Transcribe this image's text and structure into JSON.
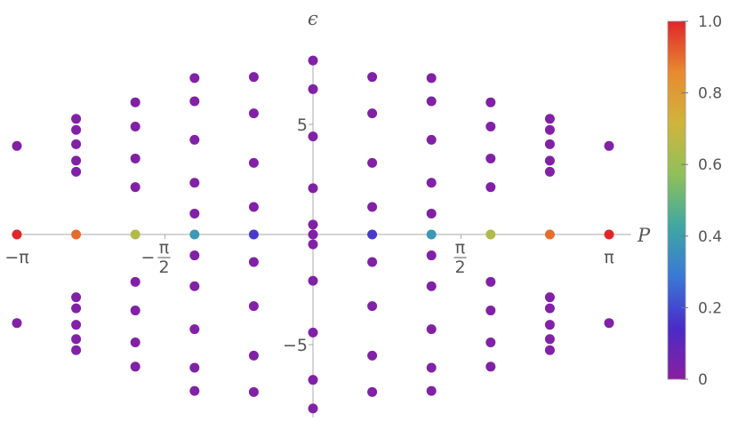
{
  "chart_data": {
    "type": "scatter",
    "title": "",
    "xlabel": "P",
    "ylabel": "ϵ",
    "xlim": [
      -3.2,
      3.45
    ],
    "ylim": [
      -8.3,
      8.9
    ],
    "x_ticks": [
      {
        "value": -3.14159,
        "label": "−π",
        "kind": "text"
      },
      {
        "value": -1.5708,
        "label": "π",
        "denominator": "2",
        "sign": "−",
        "kind": "fraction"
      },
      {
        "value": 1.5708,
        "label": "π",
        "denominator": "2",
        "sign": "",
        "kind": "fraction"
      },
      {
        "value": 3.14159,
        "label": "π",
        "kind": "text"
      }
    ],
    "y_ticks": [
      {
        "value": 5,
        "label": "5"
      },
      {
        "value": -5,
        "label": "−5"
      }
    ],
    "colorbar": {
      "range": [
        0,
        1
      ],
      "ticks": [
        {
          "value": 1.0,
          "label": "1.0"
        },
        {
          "value": 0.8,
          "label": "0.8"
        },
        {
          "value": 0.6,
          "label": "0.6"
        },
        {
          "value": 0.4,
          "label": "0.4"
        },
        {
          "value": 0.2,
          "label": "0.2"
        },
        {
          "value": 0.0,
          "label": "0"
        }
      ],
      "stops": [
        "#8a1fa0",
        "#4a2bc7",
        "#3a78d6",
        "#3fa8a2",
        "#8fc05a",
        "#cfb53c",
        "#e88a30",
        "#e0262a"
      ]
    },
    "grid": false,
    "legend": "colorbar-right",
    "points": [
      {
        "x": -3.14159,
        "y": 4.02,
        "c": 0.02
      },
      {
        "x": -3.14159,
        "y": 0.0,
        "c": 1.0
      },
      {
        "x": -3.14159,
        "y": -4.02,
        "c": 0.02
      },
      {
        "x": -2.5133,
        "y": 5.25,
        "c": 0.02
      },
      {
        "x": -2.5133,
        "y": 4.75,
        "c": 0.02
      },
      {
        "x": -2.5133,
        "y": 4.1,
        "c": 0.02
      },
      {
        "x": -2.5133,
        "y": 3.35,
        "c": 0.02
      },
      {
        "x": -2.5133,
        "y": 2.85,
        "c": 0.02
      },
      {
        "x": -2.5133,
        "y": 0.0,
        "c": 0.9
      },
      {
        "x": -2.5133,
        "y": -2.85,
        "c": 0.02
      },
      {
        "x": -2.5133,
        "y": -3.35,
        "c": 0.02
      },
      {
        "x": -2.5133,
        "y": -4.1,
        "c": 0.02
      },
      {
        "x": -2.5133,
        "y": -4.75,
        "c": 0.02
      },
      {
        "x": -2.5133,
        "y": -5.25,
        "c": 0.02
      },
      {
        "x": -1.885,
        "y": 6.0,
        "c": 0.02
      },
      {
        "x": -1.885,
        "y": 4.9,
        "c": 0.02
      },
      {
        "x": -1.885,
        "y": 3.45,
        "c": 0.02
      },
      {
        "x": -1.885,
        "y": 2.15,
        "c": 0.02
      },
      {
        "x": -1.885,
        "y": 0.0,
        "c": 0.65
      },
      {
        "x": -1.885,
        "y": -2.15,
        "c": 0.02
      },
      {
        "x": -1.885,
        "y": -3.45,
        "c": 0.02
      },
      {
        "x": -1.885,
        "y": -4.9,
        "c": 0.02
      },
      {
        "x": -1.885,
        "y": -6.0,
        "c": 0.02
      },
      {
        "x": -1.2566,
        "y": 7.1,
        "c": 0.02
      },
      {
        "x": -1.2566,
        "y": 6.05,
        "c": 0.02
      },
      {
        "x": -1.2566,
        "y": 4.3,
        "c": 0.02
      },
      {
        "x": -1.2566,
        "y": 2.35,
        "c": 0.02
      },
      {
        "x": -1.2566,
        "y": 0.95,
        "c": 0.02
      },
      {
        "x": -1.2566,
        "y": 0.0,
        "c": 0.38
      },
      {
        "x": -1.2566,
        "y": -0.95,
        "c": 0.02
      },
      {
        "x": -1.2566,
        "y": -2.35,
        "c": 0.02
      },
      {
        "x": -1.2566,
        "y": -4.3,
        "c": 0.02
      },
      {
        "x": -1.2566,
        "y": -6.05,
        "c": 0.02
      },
      {
        "x": -1.2566,
        "y": -7.1,
        "c": 0.02
      },
      {
        "x": -0.6283,
        "y": 7.15,
        "c": 0.02
      },
      {
        "x": -0.6283,
        "y": 5.5,
        "c": 0.02
      },
      {
        "x": -0.6283,
        "y": 3.25,
        "c": 0.02
      },
      {
        "x": -0.6283,
        "y": 1.25,
        "c": 0.02
      },
      {
        "x": -0.6283,
        "y": 0.0,
        "c": 0.17
      },
      {
        "x": -0.6283,
        "y": -1.25,
        "c": 0.02
      },
      {
        "x": -0.6283,
        "y": -3.25,
        "c": 0.02
      },
      {
        "x": -0.6283,
        "y": -5.5,
        "c": 0.02
      },
      {
        "x": -0.6283,
        "y": -7.15,
        "c": 0.02
      },
      {
        "x": 0.0,
        "y": 7.9,
        "c": 0.02
      },
      {
        "x": 0.0,
        "y": 6.6,
        "c": 0.02
      },
      {
        "x": 0.0,
        "y": 4.45,
        "c": 0.02
      },
      {
        "x": 0.0,
        "y": 2.1,
        "c": 0.02
      },
      {
        "x": 0.0,
        "y": 0.45,
        "c": 0.02
      },
      {
        "x": 0.0,
        "y": 0.0,
        "c": 0.02
      },
      {
        "x": 0.0,
        "y": -0.45,
        "c": 0.02
      },
      {
        "x": 0.0,
        "y": -2.1,
        "c": 0.02
      },
      {
        "x": 0.0,
        "y": -4.45,
        "c": 0.02
      },
      {
        "x": 0.0,
        "y": -6.6,
        "c": 0.02
      },
      {
        "x": 0.0,
        "y": -7.9,
        "c": 0.02
      },
      {
        "x": 0.6283,
        "y": 7.15,
        "c": 0.02
      },
      {
        "x": 0.6283,
        "y": 5.5,
        "c": 0.02
      },
      {
        "x": 0.6283,
        "y": 3.25,
        "c": 0.02
      },
      {
        "x": 0.6283,
        "y": 1.25,
        "c": 0.02
      },
      {
        "x": 0.6283,
        "y": 0.0,
        "c": 0.17
      },
      {
        "x": 0.6283,
        "y": -1.25,
        "c": 0.02
      },
      {
        "x": 0.6283,
        "y": -3.25,
        "c": 0.02
      },
      {
        "x": 0.6283,
        "y": -5.5,
        "c": 0.02
      },
      {
        "x": 0.6283,
        "y": -7.15,
        "c": 0.02
      },
      {
        "x": 1.2566,
        "y": 7.1,
        "c": 0.02
      },
      {
        "x": 1.2566,
        "y": 6.05,
        "c": 0.02
      },
      {
        "x": 1.2566,
        "y": 4.3,
        "c": 0.02
      },
      {
        "x": 1.2566,
        "y": 2.35,
        "c": 0.02
      },
      {
        "x": 1.2566,
        "y": 0.95,
        "c": 0.02
      },
      {
        "x": 1.2566,
        "y": 0.0,
        "c": 0.38
      },
      {
        "x": 1.2566,
        "y": -0.95,
        "c": 0.02
      },
      {
        "x": 1.2566,
        "y": -2.35,
        "c": 0.02
      },
      {
        "x": 1.2566,
        "y": -4.3,
        "c": 0.02
      },
      {
        "x": 1.2566,
        "y": -6.05,
        "c": 0.02
      },
      {
        "x": 1.2566,
        "y": -7.1,
        "c": 0.02
      },
      {
        "x": 1.885,
        "y": 6.0,
        "c": 0.02
      },
      {
        "x": 1.885,
        "y": 4.9,
        "c": 0.02
      },
      {
        "x": 1.885,
        "y": 3.45,
        "c": 0.02
      },
      {
        "x": 1.885,
        "y": 2.15,
        "c": 0.02
      },
      {
        "x": 1.885,
        "y": 0.0,
        "c": 0.65
      },
      {
        "x": 1.885,
        "y": -2.15,
        "c": 0.02
      },
      {
        "x": 1.885,
        "y": -3.45,
        "c": 0.02
      },
      {
        "x": 1.885,
        "y": -4.9,
        "c": 0.02
      },
      {
        "x": 1.885,
        "y": -6.0,
        "c": 0.02
      },
      {
        "x": 2.5133,
        "y": 5.25,
        "c": 0.02
      },
      {
        "x": 2.5133,
        "y": 4.75,
        "c": 0.02
      },
      {
        "x": 2.5133,
        "y": 4.1,
        "c": 0.02
      },
      {
        "x": 2.5133,
        "y": 3.35,
        "c": 0.02
      },
      {
        "x": 2.5133,
        "y": 2.85,
        "c": 0.02
      },
      {
        "x": 2.5133,
        "y": 0.0,
        "c": 0.9
      },
      {
        "x": 2.5133,
        "y": -2.85,
        "c": 0.02
      },
      {
        "x": 2.5133,
        "y": -3.35,
        "c": 0.02
      },
      {
        "x": 2.5133,
        "y": -4.1,
        "c": 0.02
      },
      {
        "x": 2.5133,
        "y": -4.75,
        "c": 0.02
      },
      {
        "x": 2.5133,
        "y": -5.25,
        "c": 0.02
      },
      {
        "x": 3.14159,
        "y": 4.02,
        "c": 0.02
      },
      {
        "x": 3.14159,
        "y": 0.0,
        "c": 1.0
      },
      {
        "x": 3.14159,
        "y": -4.02,
        "c": 0.02
      }
    ]
  }
}
